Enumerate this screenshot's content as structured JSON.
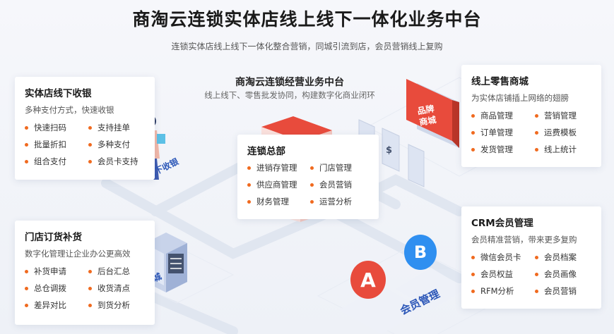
{
  "header": {
    "title": "商淘云连锁实体店线上线下一体化业务中台",
    "subtitle": "连锁实体店线上线下一体化整合营销，同城引流到店，会员营销线上复购"
  },
  "center": {
    "title": "商淘云连锁经营业务中台",
    "subtitle": "线上线下、零售批发协同，构建数字化商业闭环"
  },
  "cards": {
    "offline": {
      "title": "实体店线下收银",
      "desc": "多种支付方式，快速收银",
      "items": [
        "快速扫码",
        "支持挂单",
        "批量折扣",
        "多种支付",
        "组合支付",
        "会员卡支持"
      ]
    },
    "hq": {
      "title": "连锁总部",
      "items": [
        "进销存管理",
        "门店管理",
        "供应商管理",
        "会员营销",
        "财务管理",
        "运营分析"
      ]
    },
    "retail": {
      "title": "线上零售商城",
      "desc": "为实体店铺插上网络的翅膀",
      "items": [
        "商品管理",
        "营销管理",
        "订单管理",
        "运费模板",
        "发货管理",
        "线上统计"
      ]
    },
    "order": {
      "title": "门店订货补货",
      "desc": "数字化管理让企业办公更高效",
      "items": [
        "补货申请",
        "后台汇总",
        "总仓调拨",
        "收货清点",
        "差异对比",
        "到货分析"
      ]
    },
    "crm": {
      "title": "CRM会员管理",
      "desc": "会员精准营销，带来更多复购",
      "items": [
        "微信会员卡",
        "会员档案",
        "会员权益",
        "会员画像",
        "RFM分析",
        "会员营销"
      ]
    }
  },
  "decor": {
    "offline_label": "线下收银",
    "wholesale_label": "批发商城",
    "member_label": "会员管理",
    "brand_label_1": "品牌",
    "brand_label_2": "商城",
    "badge_a": "A",
    "badge_b": "B",
    "pay_icon_2": "$"
  },
  "colors": {
    "accent": "#f06a1f",
    "brand_red": "#e84b3c",
    "badge_blue": "#2f8ff0",
    "label_blue": "#2c57b8"
  }
}
